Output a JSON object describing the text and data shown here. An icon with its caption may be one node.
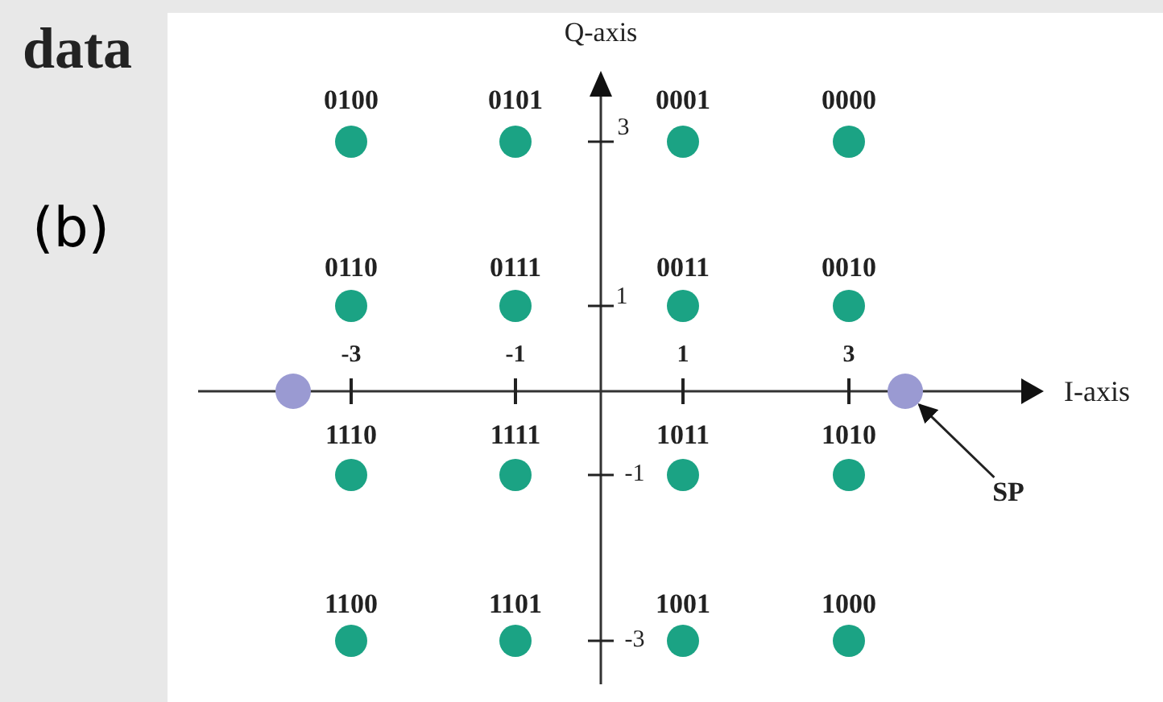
{
  "diagram": {
    "nodes": [
      {
        "text": [],
        "shape": "circle"
      },
      {
        "text": [],
        "shape": "circle"
      },
      {
        "text": [
          "SP"
        ]
      }
    ],
    "edges": [
      {
        "from": 2,
        "to": 1,
        "arrow": "to"
      }
    ],
    "labels": [
      "data",
      "Q-axis",
      "0100",
      "0101",
      "3",
      "0001",
      "0000",
      "(b)",
      "0110",
      "0111",
      "1",
      "0011",
      "0010",
      "-3",
      "-1",
      "1",
      "3",
      "I-axis",
      "1110",
      "1111",
      "-1",
      "1011",
      "1010",
      "1100",
      "1101",
      "-3",
      "1001",
      "1000"
    ]
  }
}
